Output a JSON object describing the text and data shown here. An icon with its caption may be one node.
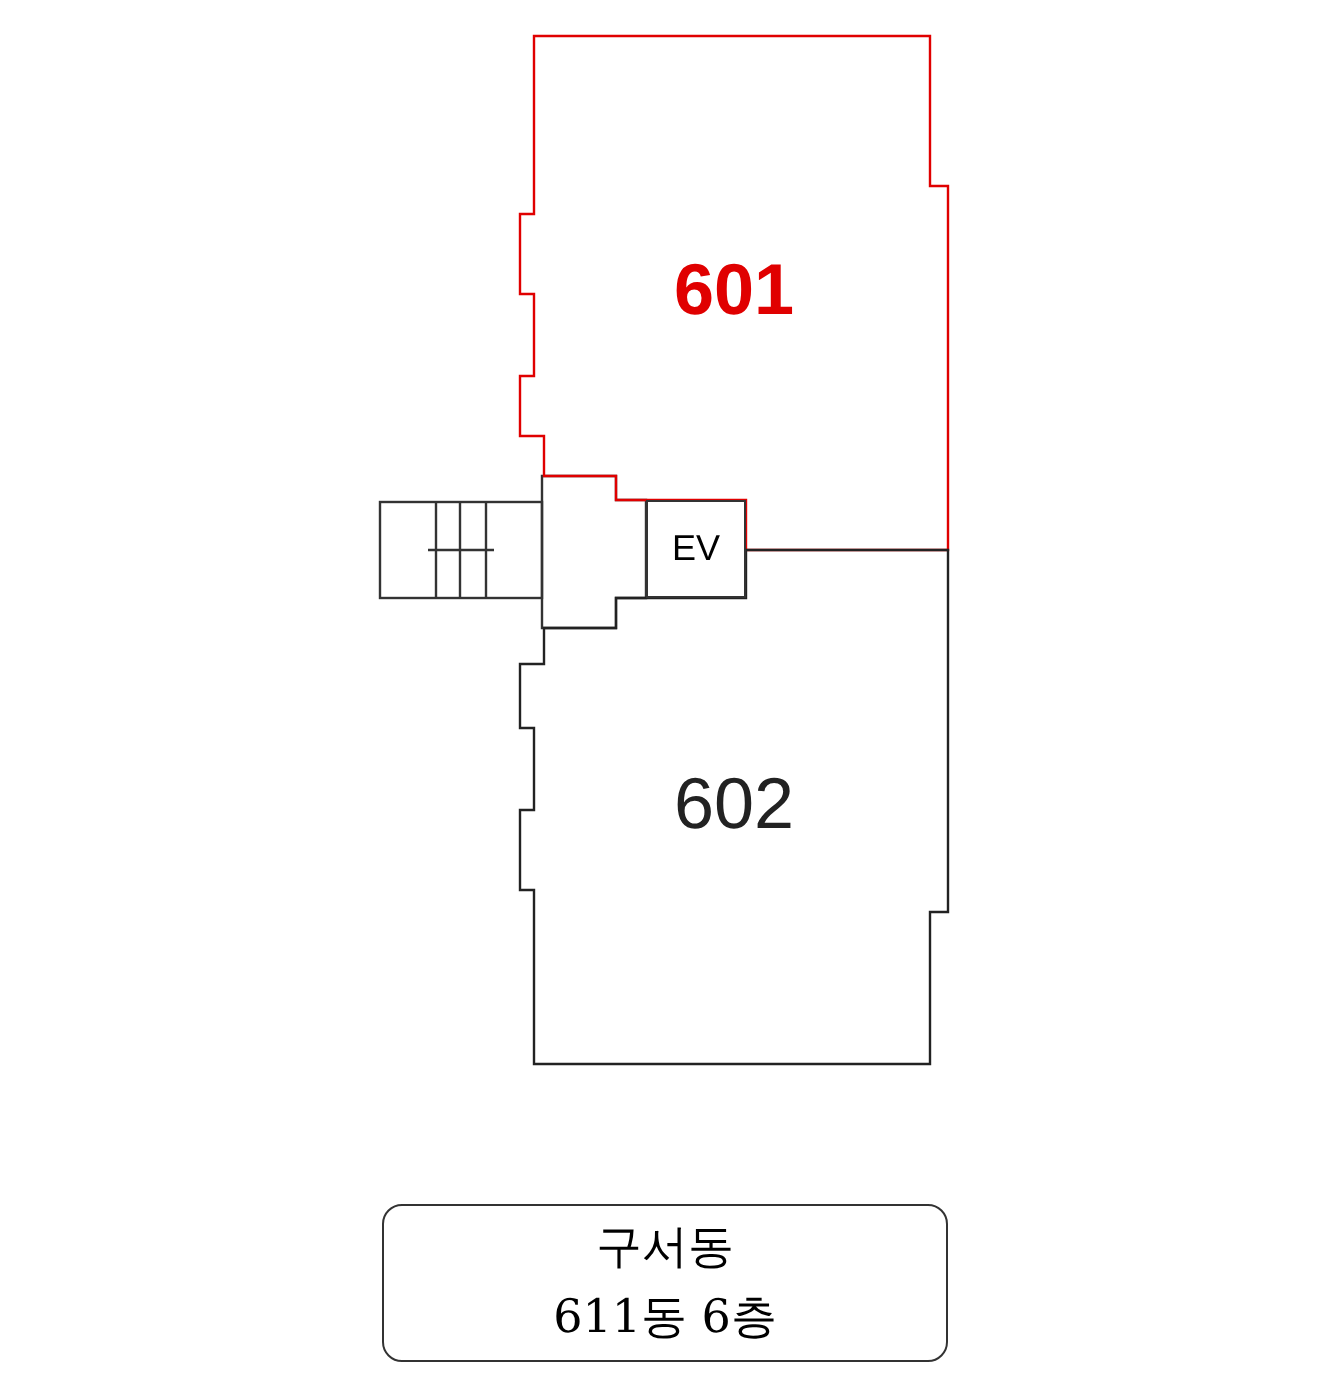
{
  "diagram": {
    "nodes": [
      {
        "text": [
          "601"
        ]
      },
      {
        "text": [
          "602"
        ]
      },
      {
        "text": [
          "EV"
        ]
      },
      {
        "text": [
          "구서동",
          "611동 6층"
        ]
      }
    ]
  }
}
